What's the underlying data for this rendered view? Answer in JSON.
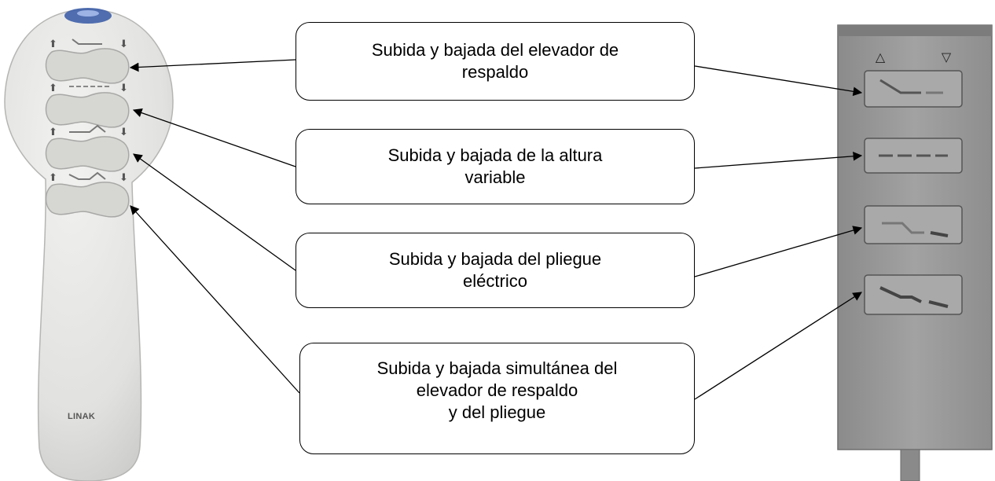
{
  "callouts": {
    "backrest": {
      "lines": [
        "Subida y bajada del elevador de",
        "respaldo"
      ]
    },
    "height": {
      "lines": [
        "Subida y bajada de la altura",
        "variable"
      ]
    },
    "fold": {
      "lines": [
        "Subida y bajada del pliegue",
        "eléctrico"
      ]
    },
    "simultaneous": {
      "lines": [
        "Subida y bajada simultánea del",
        "elevador de respaldo",
        "y del pliegue"
      ]
    }
  },
  "handset": {
    "brand": "LINAK"
  },
  "panel": {
    "up_symbol": "△",
    "down_symbol": "▽"
  },
  "colors": {
    "handset_body": "#e4e4e2",
    "panel_body": "#9a9a9a",
    "arrow": "#000000",
    "indicator": "#3e5fa8"
  }
}
